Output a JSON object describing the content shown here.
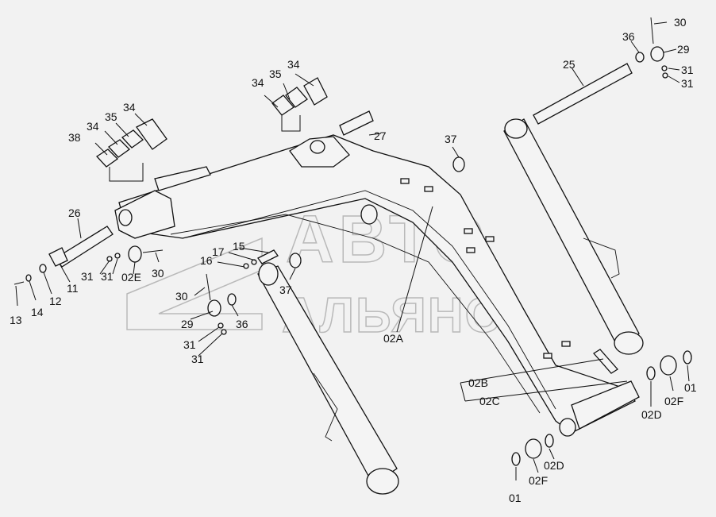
{
  "watermark": {
    "line1": "АВТО",
    "line2": "АЛЬЯНС"
  },
  "labels": [
    {
      "id": "l30a",
      "text": "30"
    },
    {
      "id": "l36a",
      "text": "36"
    },
    {
      "id": "l29a",
      "text": "29"
    },
    {
      "id": "l31a",
      "text": "31"
    },
    {
      "id": "l31b",
      "text": "31"
    },
    {
      "id": "l25",
      "text": "25"
    },
    {
      "id": "l34a",
      "text": "34"
    },
    {
      "id": "l35a",
      "text": "35"
    },
    {
      "id": "l34b",
      "text": "34"
    },
    {
      "id": "l38",
      "text": "38"
    },
    {
      "id": "l34c",
      "text": "34"
    },
    {
      "id": "l35b",
      "text": "35"
    },
    {
      "id": "l34d",
      "text": "34"
    },
    {
      "id": "l27",
      "text": "27"
    },
    {
      "id": "l37a",
      "text": "37"
    },
    {
      "id": "l26",
      "text": "26"
    },
    {
      "id": "l17",
      "text": "17"
    },
    {
      "id": "l15",
      "text": "15"
    },
    {
      "id": "l16",
      "text": "16"
    },
    {
      "id": "l31c",
      "text": "31"
    },
    {
      "id": "l31d",
      "text": "31"
    },
    {
      "id": "l02E",
      "text": "02E"
    },
    {
      "id": "l30b",
      "text": "30"
    },
    {
      "id": "l11",
      "text": "11"
    },
    {
      "id": "l12",
      "text": "12"
    },
    {
      "id": "l14",
      "text": "14"
    },
    {
      "id": "l13",
      "text": "13"
    },
    {
      "id": "l30c",
      "text": "30"
    },
    {
      "id": "l37b",
      "text": "37"
    },
    {
      "id": "l29b",
      "text": "29"
    },
    {
      "id": "l36b",
      "text": "36"
    },
    {
      "id": "l31e",
      "text": "31"
    },
    {
      "id": "l31f",
      "text": "31"
    },
    {
      "id": "l02A",
      "text": "02A"
    },
    {
      "id": "l02B",
      "text": "02B"
    },
    {
      "id": "l02C",
      "text": "02C"
    },
    {
      "id": "l01a",
      "text": "01"
    },
    {
      "id": "l02Fa",
      "text": "02F"
    },
    {
      "id": "l02Da",
      "text": "02D"
    },
    {
      "id": "l02Db",
      "text": "02D"
    },
    {
      "id": "l02Fb",
      "text": "02F"
    },
    {
      "id": "l01b",
      "text": "01"
    }
  ]
}
